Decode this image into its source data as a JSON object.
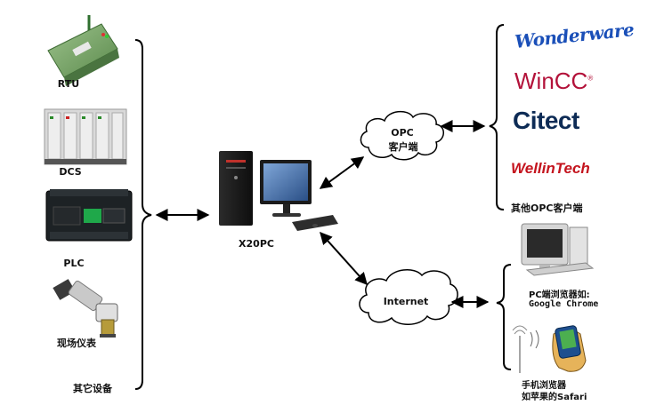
{
  "devices": {
    "rtu": "RTU",
    "dcs": "DCS",
    "plc": "PLC",
    "field": "现场仪表",
    "other": "其它设备"
  },
  "center": {
    "label": "X20PC"
  },
  "opc_cloud": {
    "line1": "OPC",
    "line2": "客户端"
  },
  "internet_cloud": {
    "label": "Internet"
  },
  "opc_clients": {
    "logos": [
      "Wonderware",
      "WinCC",
      "Citect",
      "WellinTech"
    ],
    "other": "其他OPC客户端"
  },
  "web_clients": {
    "pc_line1": "PC端浏览器如:",
    "pc_line2": "Google Chrome",
    "mobile_line1": "手机浏览器",
    "mobile_line2": "如苹果的Safari"
  },
  "colors": {
    "wonderware": "#1a4fb8",
    "wincc": "#b3123a",
    "citect": "#0d2b55",
    "wellintech": "#c4141e",
    "rtu_green": "#6f9a5f",
    "plc_dark": "#1d2225",
    "plc_green": "#1fa84a"
  }
}
